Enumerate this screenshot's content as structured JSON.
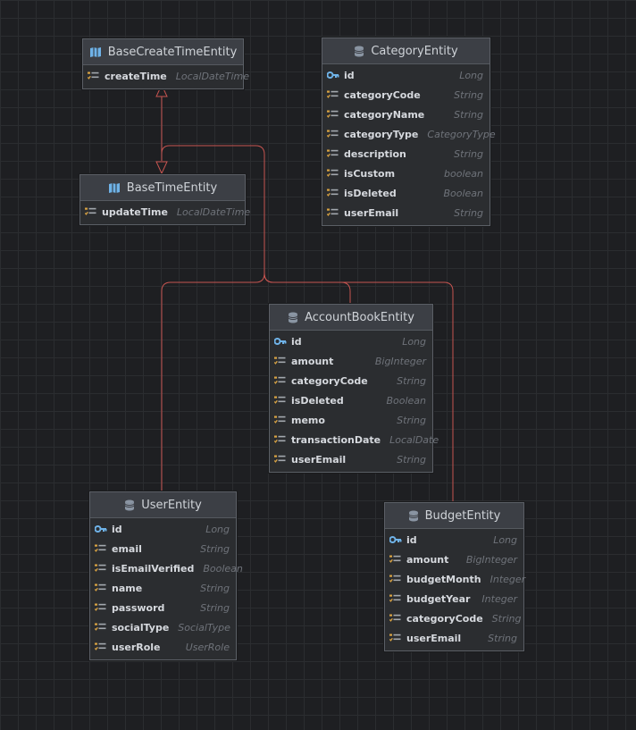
{
  "entities": {
    "base_create_time": {
      "title": "BaseCreateTimeEntity",
      "icon": "mapped-superclass-icon",
      "fields": [
        {
          "name": "createTime",
          "type": "LocalDateTime",
          "icon": "column-icon"
        }
      ]
    },
    "base_time": {
      "title": "BaseTimeEntity",
      "icon": "mapped-superclass-icon",
      "fields": [
        {
          "name": "updateTime",
          "type": "LocalDateTime",
          "icon": "column-icon"
        }
      ]
    },
    "category": {
      "title": "CategoryEntity",
      "icon": "entity-icon",
      "fields": [
        {
          "name": "id",
          "type": "Long",
          "icon": "key-icon"
        },
        {
          "name": "categoryCode",
          "type": "String",
          "icon": "column-icon"
        },
        {
          "name": "categoryName",
          "type": "String",
          "icon": "column-icon"
        },
        {
          "name": "categoryType",
          "type": "CategoryType",
          "icon": "column-icon"
        },
        {
          "name": "description",
          "type": "String",
          "icon": "column-icon"
        },
        {
          "name": "isCustom",
          "type": "boolean",
          "icon": "column-icon"
        },
        {
          "name": "isDeleted",
          "type": "Boolean",
          "icon": "column-icon"
        },
        {
          "name": "userEmail",
          "type": "String",
          "icon": "column-icon"
        }
      ]
    },
    "account_book": {
      "title": "AccountBookEntity",
      "icon": "entity-icon",
      "fields": [
        {
          "name": "id",
          "type": "Long",
          "icon": "key-icon"
        },
        {
          "name": "amount",
          "type": "BigInteger",
          "icon": "column-icon"
        },
        {
          "name": "categoryCode",
          "type": "String",
          "icon": "column-icon"
        },
        {
          "name": "isDeleted",
          "type": "Boolean",
          "icon": "column-icon"
        },
        {
          "name": "memo",
          "type": "String",
          "icon": "column-icon"
        },
        {
          "name": "transactionDate",
          "type": "LocalDate",
          "icon": "column-icon"
        },
        {
          "name": "userEmail",
          "type": "String",
          "icon": "column-icon"
        }
      ]
    },
    "user": {
      "title": "UserEntity",
      "icon": "entity-icon",
      "fields": [
        {
          "name": "id",
          "type": "Long",
          "icon": "key-icon"
        },
        {
          "name": "email",
          "type": "String",
          "icon": "column-icon"
        },
        {
          "name": "isEmailVerified",
          "type": "Boolean",
          "icon": "column-icon"
        },
        {
          "name": "name",
          "type": "String",
          "icon": "column-icon"
        },
        {
          "name": "password",
          "type": "String",
          "icon": "column-icon"
        },
        {
          "name": "socialType",
          "type": "SocialType",
          "icon": "column-icon"
        },
        {
          "name": "userRole",
          "type": "UserRole",
          "icon": "column-icon"
        }
      ]
    },
    "budget": {
      "title": "BudgetEntity",
      "icon": "entity-icon",
      "fields": [
        {
          "name": "id",
          "type": "Long",
          "icon": "key-icon"
        },
        {
          "name": "amount",
          "type": "BigInteger",
          "icon": "column-icon"
        },
        {
          "name": "budgetMonth",
          "type": "Integer",
          "icon": "column-icon"
        },
        {
          "name": "budgetYear",
          "type": "Integer",
          "icon": "column-icon"
        },
        {
          "name": "categoryCode",
          "type": "String",
          "icon": "column-icon"
        },
        {
          "name": "userEmail",
          "type": "String",
          "icon": "column-icon"
        }
      ]
    }
  },
  "relations": [
    {
      "from": "base_time",
      "to": "base_create_time",
      "kind": "inheritance"
    },
    {
      "from": "user",
      "to": "base_time",
      "kind": "inheritance"
    },
    {
      "from": "account_book",
      "to": "base_time",
      "kind": "inheritance"
    },
    {
      "from": "budget",
      "to": "base_time",
      "kind": "inheritance"
    }
  ],
  "colors": {
    "background": "#1e1f22",
    "grid": "#2b2d30",
    "connector": "#c75450",
    "key_icon": "#6fb3e8",
    "column_icon": "#d9a343",
    "header_icon": "#8a95a3",
    "map_icon": "#6fb3e8"
  }
}
